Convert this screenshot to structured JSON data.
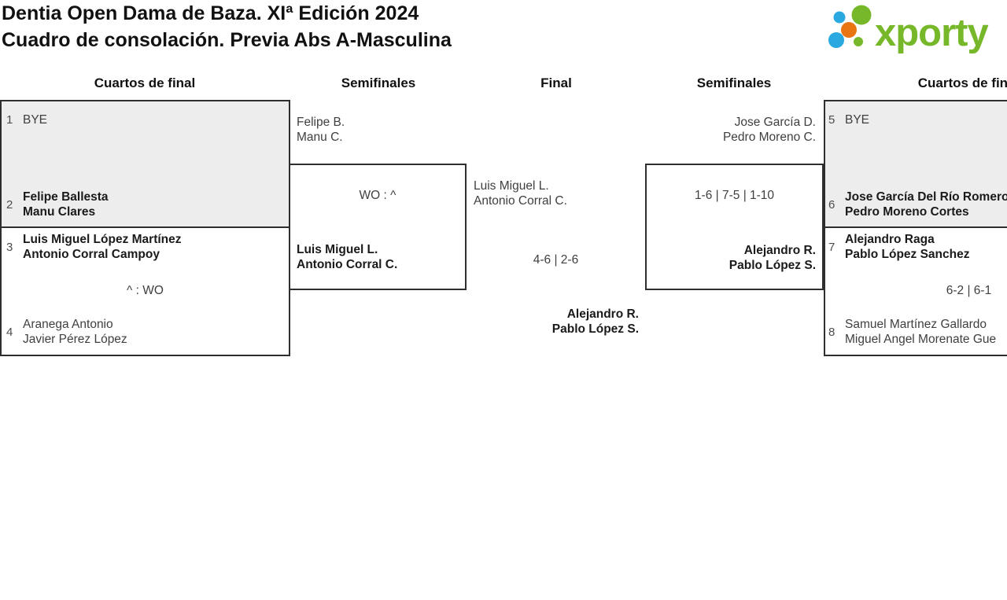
{
  "title": {
    "line1": "Dentia Open Dama de Baza. XIª Edición 2024",
    "line2": "Cuadro de consolación. Previa Abs A-Masculina"
  },
  "logo": {
    "text": "xporty",
    "green": "#76b82a",
    "blue": "#2aa8e0",
    "orange": "#e87511"
  },
  "round_labels": {
    "qf_left": "Cuartos de final",
    "sf_left": "Semifinales",
    "final": "Final",
    "sf_right": "Semifinales",
    "qf_right": "Cuartos de final"
  },
  "bracket": {
    "qf_left_m1": {
      "seed_top": "1",
      "top1": "BYE",
      "seed_bot": "2",
      "bot1": "Felipe Ballesta",
      "bot2": "Manu Clares"
    },
    "qf_left_m2": {
      "seed_top": "3",
      "top1": "Luis Miguel López Martínez",
      "top2": "Antonio Corral Campoy",
      "score": "^ : WO",
      "seed_bot": "4",
      "bot1": "Aranega Antonio",
      "bot2": "Javier Pérez López"
    },
    "sf_left": {
      "top1": "Felipe B.",
      "top2": "Manu C.",
      "score": "WO : ^",
      "bot1": "Luis Miguel L.",
      "bot2": "Antonio Corral C."
    },
    "final": {
      "top1": "Luis Miguel L.",
      "top2": "Antonio Corral C.",
      "score": "4-6 | 2-6",
      "bot1": "Alejandro R.",
      "bot2": "Pablo López S."
    },
    "sf_right": {
      "top1": "Jose García D.",
      "top2": "Pedro Moreno C.",
      "score": "1-6 | 7-5 | 1-10",
      "bot1": "Alejandro R.",
      "bot2": "Pablo López S."
    },
    "qf_right_m1": {
      "seed_top": "5",
      "top1": "BYE",
      "seed_bot": "6",
      "bot1": "Jose García Del Río Romero",
      "bot2": "Pedro Moreno Cortes"
    },
    "qf_right_m2": {
      "seed_top": "7",
      "top1": "Alejandro Raga",
      "top2": "Pablo López Sanchez",
      "score": "6-2 | 6-1",
      "seed_bot": "8",
      "bot1": "Samuel Martínez Gallardo",
      "bot2": "Miguel Angel Morenate Gue"
    }
  },
  "colors": {
    "box_gray": "#ededed",
    "border": "#2e2e2e",
    "text_bold": "#1a1a1a",
    "text_regular": "#3f3f3f",
    "seed": "#4d4d4d"
  }
}
